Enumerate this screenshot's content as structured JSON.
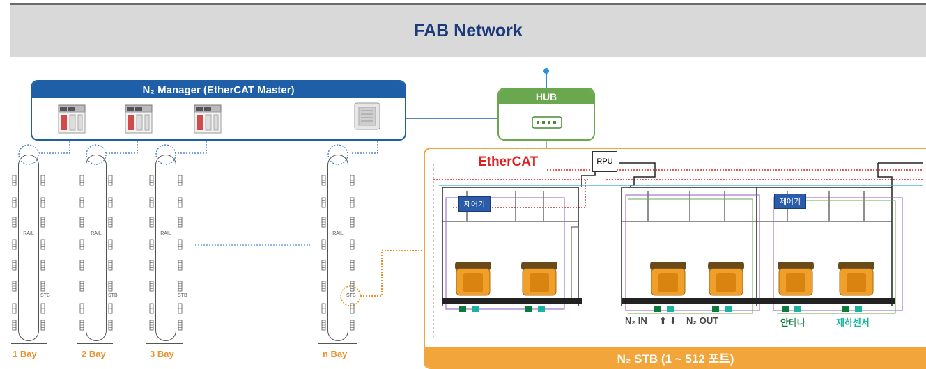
{
  "header": {
    "title": "FAB Network"
  },
  "manager": {
    "title": "N₂ Manager (EtherCAT Master)"
  },
  "hub": {
    "title": "HUB"
  },
  "rails": [
    {
      "rail_text": "RAIL",
      "stb_label": "STB",
      "bay_label": "1 Bay"
    },
    {
      "rail_text": "RAIL",
      "stb_label": "STB",
      "bay_label": "2 Bay"
    },
    {
      "rail_text": "RAIL",
      "stb_label": "STB",
      "bay_label": "3 Bay"
    },
    {
      "rail_text": "RAIL",
      "stb_label": "STB",
      "bay_label": "n Bay"
    }
  ],
  "detail": {
    "ethercat_label": "EtherCAT",
    "rpu_label": "RPU",
    "controller_label": "제어기",
    "n2_in_label": "N₂ IN",
    "n2_out_label": "N₂ OUT",
    "antenna_label": "안테나",
    "load_sensor_label": "재하센서",
    "footer": "N₂ STB (1 ~ 512 포트)"
  },
  "colors": {
    "header_text": "#1a3a7a",
    "manager_blue": "#1f5fa8",
    "hub_green": "#6aa84f",
    "stb_orange": "#f2a53a",
    "ethercat_red": "#e02020",
    "antenna_green": "#0b7a3b",
    "sensor_teal": "#19b3a0"
  }
}
